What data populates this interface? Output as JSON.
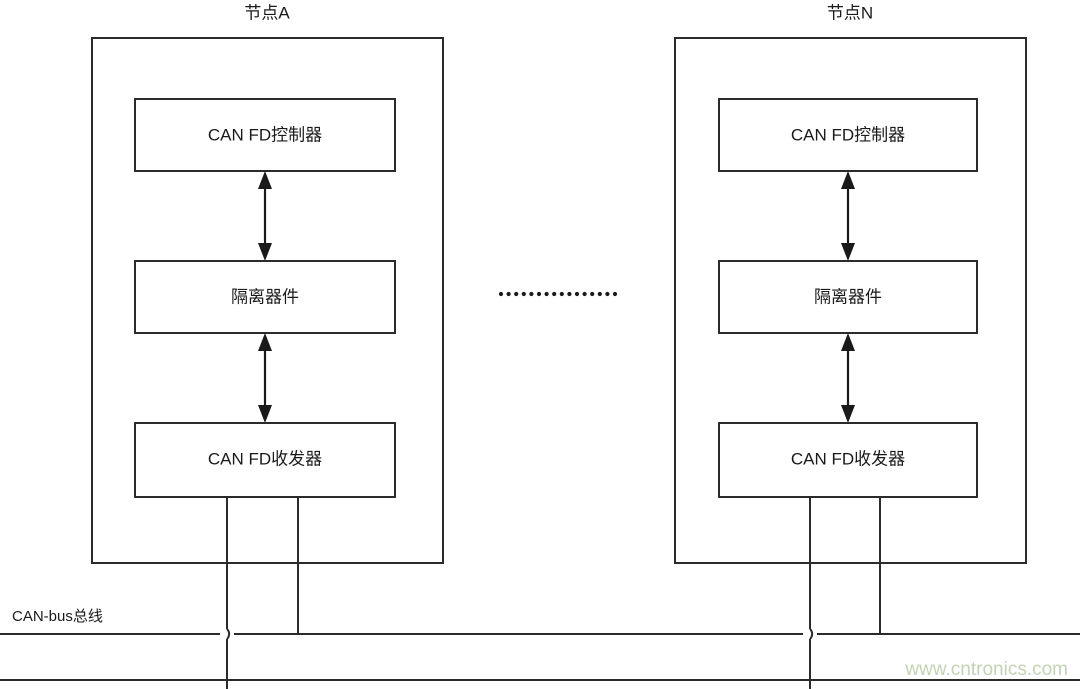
{
  "diagram": {
    "title_visible": false,
    "background_color": "#ffffff",
    "line_color": "#2b2b2b",
    "text_color": "#1a1a1a",
    "nodes": [
      {
        "id": "node-a",
        "title": "节点A",
        "blocks": [
          {
            "id": "controller",
            "label": "CAN FD控制器"
          },
          {
            "id": "isolator",
            "label": "隔离器件"
          },
          {
            "id": "transceiver",
            "label": "CAN FD收发器"
          }
        ]
      },
      {
        "id": "node-n",
        "title": "节点N",
        "blocks": [
          {
            "id": "controller",
            "label": "CAN FD控制器"
          },
          {
            "id": "isolator",
            "label": "隔离器件"
          },
          {
            "id": "transceiver",
            "label": "CAN FD收发器"
          }
        ]
      }
    ],
    "ellipsis": {
      "style": "dotted",
      "dot_count": 16
    },
    "bus": {
      "label": "CAN-bus总线",
      "line_count": 2
    },
    "watermark": {
      "text": "www.cntronics.com",
      "color": "#c3d3b4"
    }
  }
}
